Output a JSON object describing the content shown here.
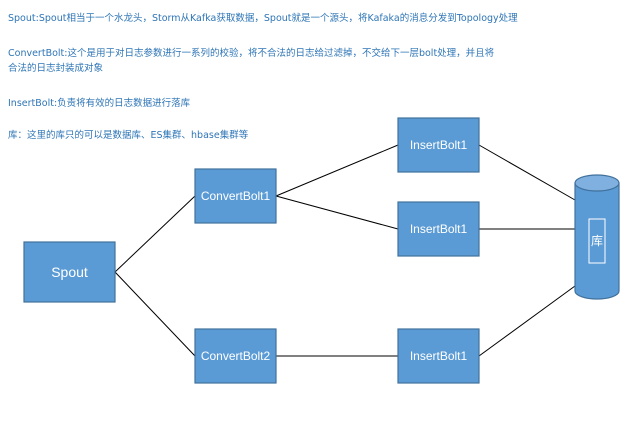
{
  "descriptions": {
    "spout": "Spout:Spout相当于一个水龙头，Storm从Kafka获取数据，Spout就是一个源头，将Kafaka的消息分发到Topology处理",
    "convertbolt_line1": "ConvertBolt:这个是用于对日志参数进行一系列的校验，将不合法的日志给过滤掉，不交给下一层bolt处理，并且将",
    "convertbolt_line2": "合法的日志封装成对象",
    "insertbolt": "InsertBolt:负责将有效的日志数据进行落库",
    "db": "库：这里的库只的可以是数据库、ES集群、hbase集群等"
  },
  "nodes": {
    "spout": "Spout",
    "convert1": "ConvertBolt1",
    "convert2": "ConvertBolt2",
    "insert_top": "InsertBolt1",
    "insert_mid": "InsertBolt1",
    "insert_bot": "InsertBolt1",
    "database": "库"
  },
  "colors": {
    "node_fill": "#5b9bd5",
    "node_border": "#41719c",
    "text_blue": "#2e75b6"
  }
}
